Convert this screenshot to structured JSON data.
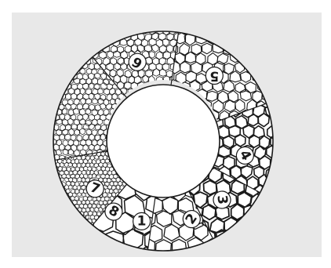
{
  "figure": {
    "background_color": "#e8e8e8",
    "ring_fill": "#ffffff",
    "line_color": "#1a1a1a",
    "segments": [
      {
        "label": "1",
        "tessellation": "coarse"
      },
      {
        "label": "2",
        "tessellation": "coarse"
      },
      {
        "label": "3",
        "tessellation": "coarse"
      },
      {
        "label": "4",
        "tessellation": "medium"
      },
      {
        "label": "5",
        "tessellation": "medium"
      },
      {
        "label": "6",
        "tessellation": "fine"
      },
      {
        "label": "7",
        "tessellation": "fine"
      },
      {
        "label": "8",
        "tessellation": "very fine"
      }
    ]
  }
}
